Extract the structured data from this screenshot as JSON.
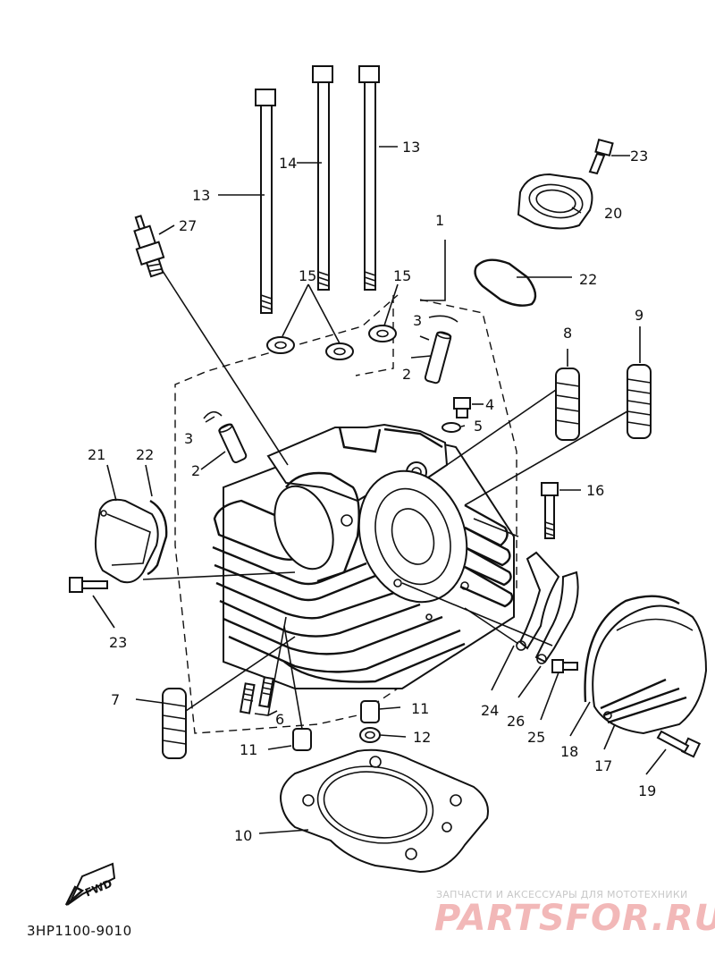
{
  "diagram": {
    "part_numbers": [
      "1",
      "2",
      "3",
      "4",
      "5",
      "6",
      "7",
      "8",
      "9",
      "10",
      "11",
      "12",
      "13",
      "14",
      "15",
      "16",
      "17",
      "18",
      "19",
      "20",
      "21",
      "22",
      "23",
      "24",
      "25",
      "26",
      "27"
    ],
    "labels": {
      "n1": "1",
      "n2a": "2",
      "n2b": "2",
      "n3a": "3",
      "n3b": "3",
      "n4": "4",
      "n5": "5",
      "n6": "6",
      "n7": "7",
      "n8": "8",
      "n9": "9",
      "n10": "10",
      "n11a": "11",
      "n11b": "11",
      "n12": "12",
      "n13a": "13",
      "n13b": "13",
      "n14": "14",
      "n15a": "15",
      "n15b": "15",
      "n16": "16",
      "n17": "17",
      "n18": "18",
      "n19": "19",
      "n20": "20",
      "n21": "21",
      "n22a": "22",
      "n22b": "22",
      "n23a": "23",
      "n23b": "23",
      "n24": "24",
      "n25": "25",
      "n26": "26",
      "n27": "27"
    },
    "fwd_label": "FWD",
    "drawing_code": "3HP1100-9010"
  },
  "watermark": {
    "line1": "ЗАПЧАСТИ И АКСЕССУАРЫ ДЛЯ МОТОТЕХНИКИ",
    "line2": "PARTSFOR.RU",
    "color": "#f2b8b8"
  }
}
